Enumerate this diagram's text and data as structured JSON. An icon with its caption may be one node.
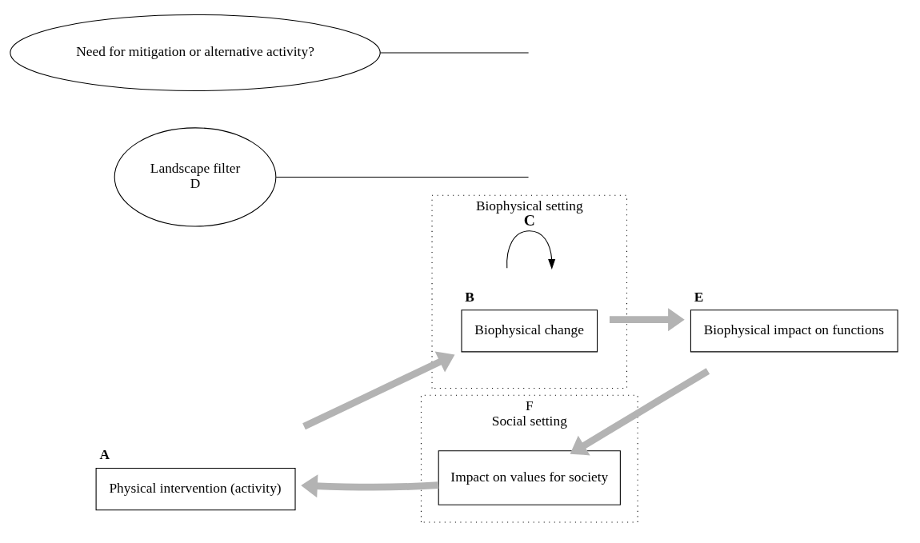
{
  "diagram": {
    "nodes": [
      {
        "text": [
          "Biophysical setting"
        ]
      },
      {
        "text": [
          "Biophysical change"
        ],
        "in": 0,
        "beside": [
          "B"
        ]
      },
      {
        "text": [
          "Physical intervention (activity)"
        ],
        "beside": [
          "A"
        ]
      },
      {
        "text": [
          "Landscape filter",
          "D"
        ]
      },
      {
        "text": [
          "Biophysical impact on functions"
        ],
        "beside": [
          "E"
        ]
      },
      {
        "text": [
          "F",
          "Social setting"
        ]
      },
      {
        "text": [
          "Impact on values for society"
        ],
        "in": 5
      },
      {
        "text": [
          "Need for mitigation or alternative activity?"
        ]
      }
    ],
    "edges": [
      {
        "from": 2,
        "to": 1,
        "arrow": "to",
        "color": "#b3b3b3"
      },
      {
        "from": 1,
        "to": 1,
        "arrow": "to",
        "label": "C",
        "color": "#000000"
      },
      {
        "from": 1,
        "to": 4,
        "arrow": "to",
        "color": "#b3b3b3"
      },
      {
        "from": 3,
        "to": null,
        "arrow": "none",
        "color": "#000000"
      },
      {
        "from": 4,
        "to": 6,
        "arrow": "to",
        "color": "#b3b3b3"
      },
      {
        "from": 6,
        "to": 2,
        "arrow": "to",
        "color": "#b3b3b3"
      },
      {
        "from": 7,
        "to": null,
        "arrow": "none",
        "color": "#000000"
      }
    ]
  }
}
